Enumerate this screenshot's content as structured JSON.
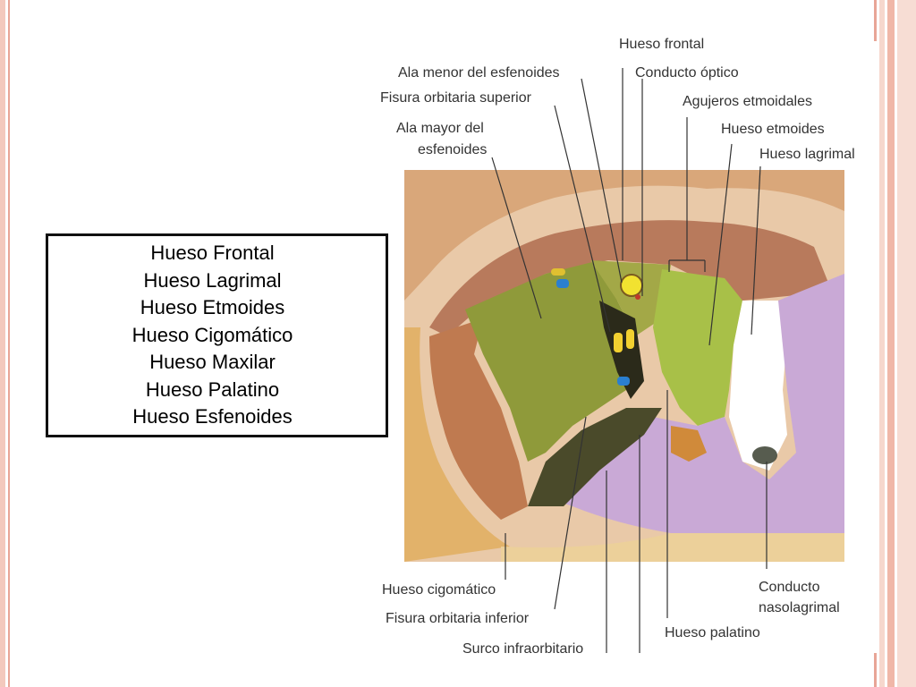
{
  "list": {
    "items": [
      "Hueso Frontal",
      "Hueso Lagrimal",
      "Hueso Etmoides",
      "Hueso Cigomático",
      "Hueso Maxilar",
      "Hueso Palatino",
      "Hueso Esfenoides"
    ]
  },
  "figure": {
    "labels": {
      "hueso_frontal": "Hueso frontal",
      "ala_menor": "Ala menor del esfenoides",
      "conducto_optico": "Conducto óptico",
      "fisura_superior": "Fisura orbitaria superior",
      "agujeros_etmoidales": "Agujeros etmoidales",
      "ala_mayor_1": "Ala mayor del",
      "ala_mayor_2": "esfenoides",
      "hueso_etmoides": "Hueso etmoides",
      "hueso_lagrimal": "Hueso lagrimal",
      "hueso_cigomatico": "Hueso cigomático",
      "conducto_naso_1": "Conducto",
      "conducto_naso_2": "nasolagrimal",
      "fisura_inferior": "Fisura orbitaria inferior",
      "hueso_palatino": "Hueso palatino",
      "surco_infraorbitario": "Surco infraorbitario"
    }
  }
}
